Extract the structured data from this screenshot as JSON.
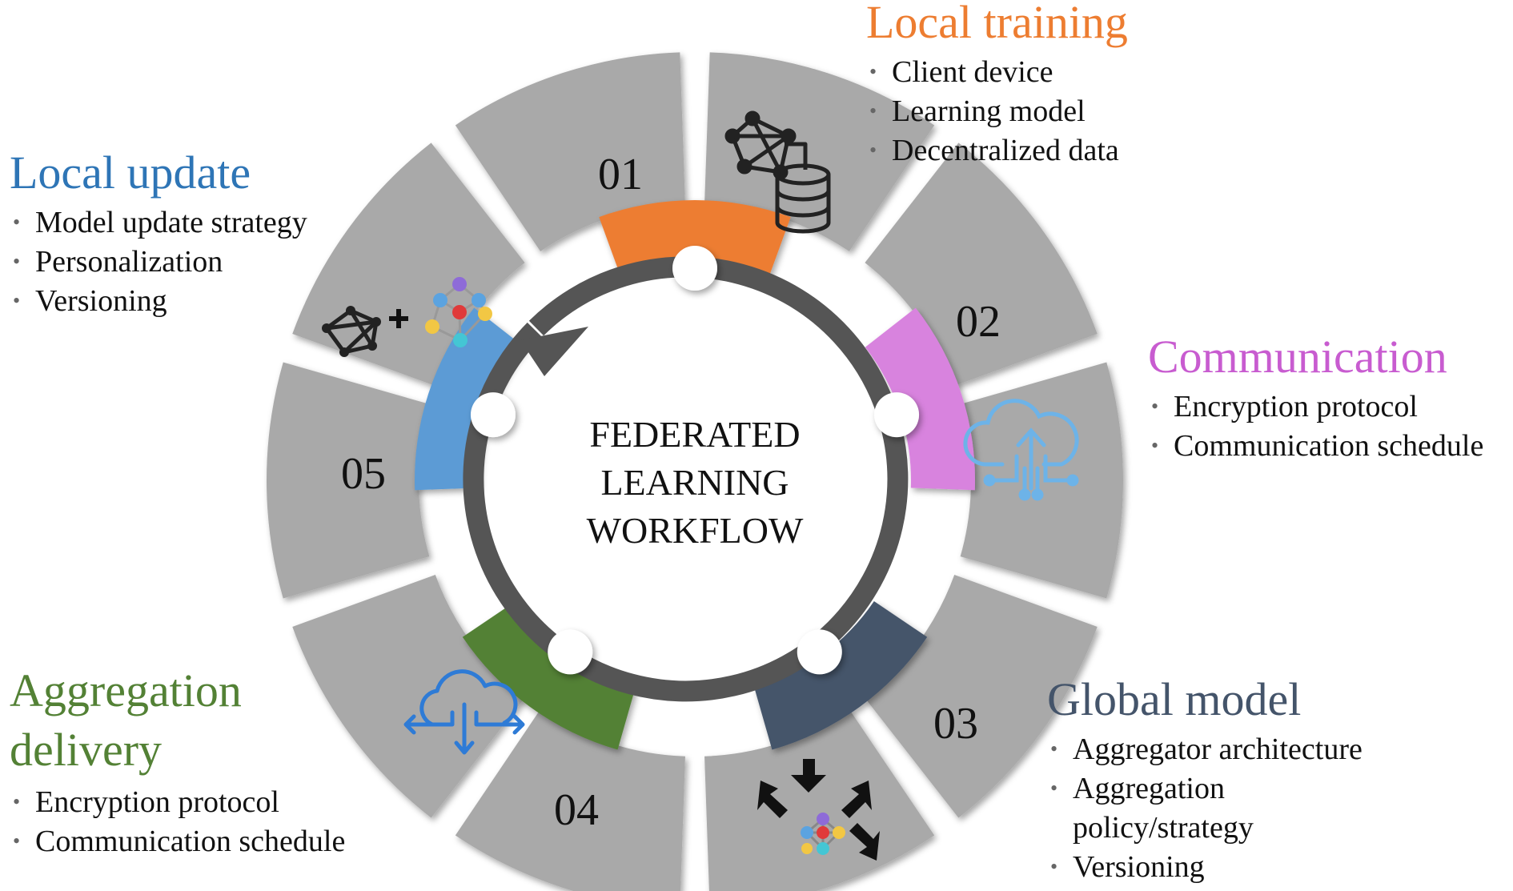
{
  "center_title": [
    "FEDERATED",
    "LEARNING",
    "WORKFLOW"
  ],
  "colors": {
    "local_training": "#ED7D31",
    "communication": "#D883DE",
    "global_model": "#44546A",
    "aggregation_delivery": "#538135",
    "local_update": "#5B9BD5",
    "petal_grey": "#A9A9A9",
    "ring": "#555555"
  },
  "steps": [
    {
      "number": "01",
      "icon": "network-database-icon",
      "title": "Local training",
      "bullets": [
        "Client device",
        "Learning model",
        "Decentralized data"
      ]
    },
    {
      "number": "02",
      "icon": "cloud-upload-circuit-icon",
      "title": "Communication",
      "bullets": [
        "Encryption protocol",
        "Communication schedule"
      ]
    },
    {
      "number": "03",
      "icon": "aggregate-arrows-network-icon",
      "title": "Global model",
      "bullets": [
        "Aggregator architecture",
        "Aggregation policy/strategy",
        "Versioning"
      ]
    },
    {
      "number": "04",
      "icon": "cloud-distribute-icon",
      "title": "Aggregation delivery",
      "bullets": [
        "Encryption protocol",
        "Communication schedule"
      ]
    },
    {
      "number": "05",
      "icon": "network-plus-network-icon",
      "title": "Local update",
      "bullets": [
        "Model update strategy",
        "Personalization",
        "Versioning"
      ]
    }
  ]
}
